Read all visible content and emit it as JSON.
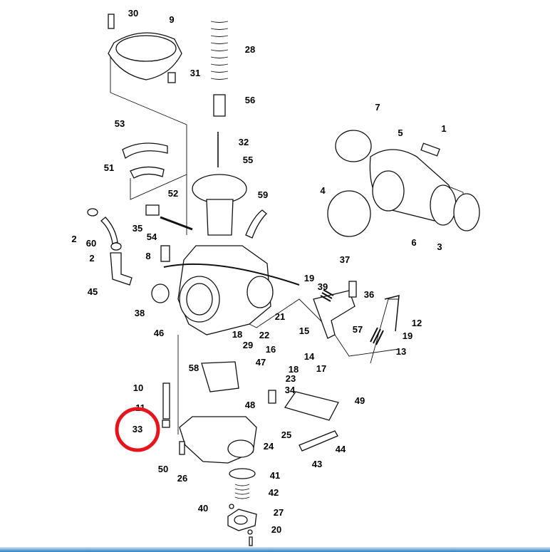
{
  "diagram": {
    "title": "Carburetor exploded parts diagram",
    "highlight_color": "#e8141b",
    "highlighted_part": "33",
    "labels": [
      "30",
      "9",
      "28",
      "31",
      "56",
      "53",
      "32",
      "55",
      "51",
      "52",
      "59",
      "7",
      "5",
      "1",
      "4",
      "2",
      "60",
      "35",
      "54",
      "8",
      "2",
      "6",
      "3",
      "45",
      "19",
      "37",
      "39",
      "36",
      "38",
      "46",
      "21",
      "12",
      "15",
      "18",
      "22",
      "19",
      "57",
      "16",
      "14",
      "13",
      "29",
      "47",
      "18",
      "17",
      "58",
      "23",
      "10",
      "34",
      "49",
      "48",
      "11",
      "33",
      "25",
      "24",
      "44",
      "43",
      "50",
      "26",
      "41",
      "42",
      "40",
      "27",
      "20"
    ]
  }
}
